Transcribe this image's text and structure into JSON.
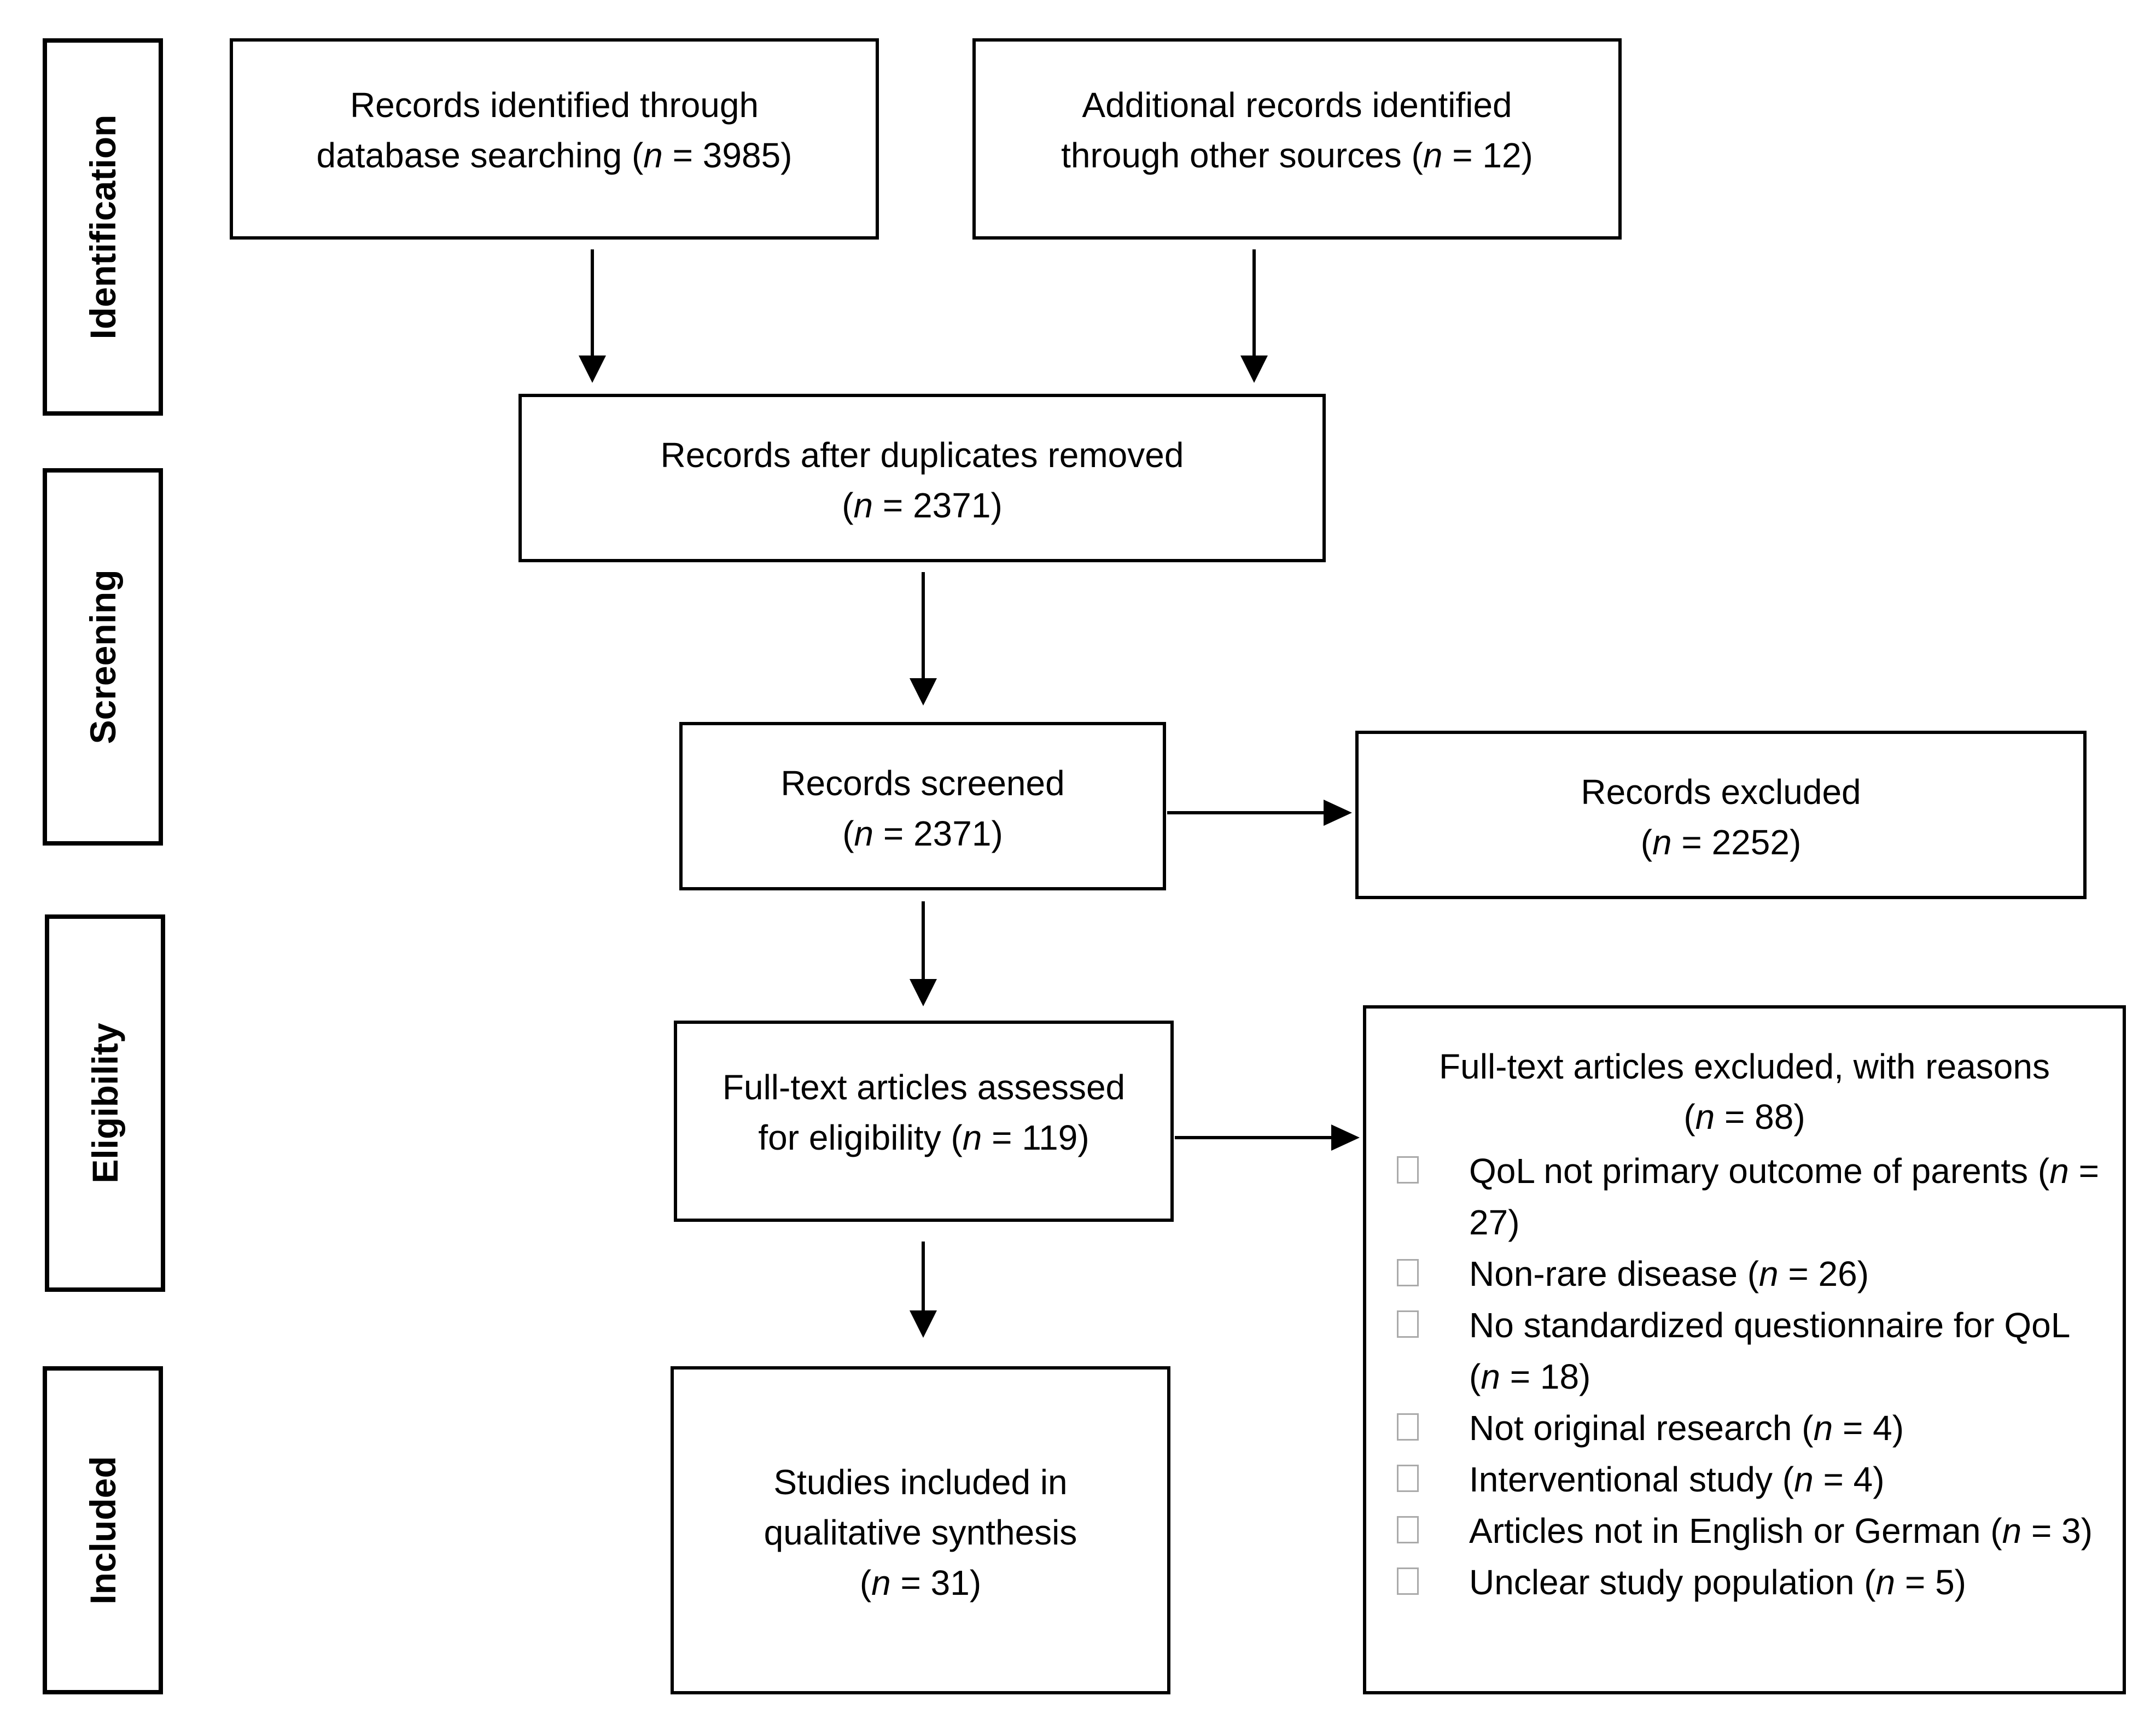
{
  "phases": {
    "identification": "Identification",
    "screening": "Screening",
    "eligibility": "Eligibility",
    "included": "Included"
  },
  "boxes": {
    "database": {
      "line1": "Records identified through",
      "line2": "database searching (n = 3985)"
    },
    "other_sources": {
      "line1": "Additional records identified",
      "line2": "through other sources (n = 12)"
    },
    "duplicates_removed": {
      "line1": "Records after duplicates removed",
      "line2": "(n = 2371)"
    },
    "screened": {
      "line1": "Records screened",
      "line2": "(n = 2371)"
    },
    "excluded": {
      "line1": "Records excluded",
      "line2": "(n = 2252)"
    },
    "fulltext_assessed": {
      "line1": "Full-text articles assessed",
      "line2": "for eligibility (n = 119)"
    },
    "included": {
      "line1": "Studies included in",
      "line2": "qualitative synthesis",
      "line3": "(n = 31)"
    },
    "fulltext_excluded": {
      "line1": "Full-text articles excluded, with reasons",
      "line2": "(n = 88)",
      "reasons": [
        "QoL not primary outcome of parents (n = 27)",
        "Non-rare disease (n = 26)",
        "No standardized questionnaire for QoL (n = 18)",
        "Not original research (n = 4)",
        "Interventional study (n = 4)",
        "Articles not in English or German (n = 3)",
        "Unclear study population (n = 5)"
      ]
    }
  }
}
